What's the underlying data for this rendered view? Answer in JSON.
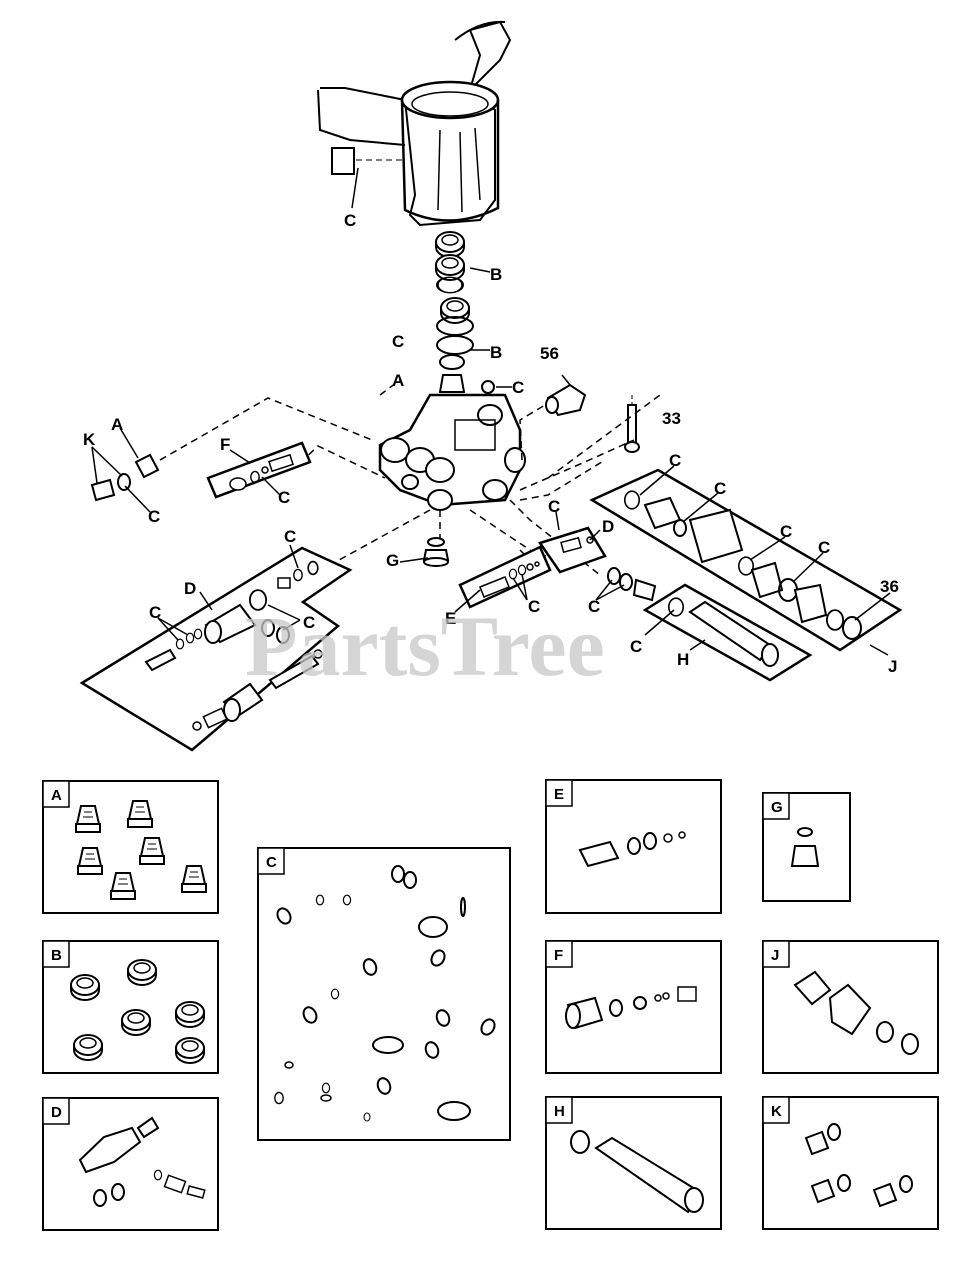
{
  "watermark": "PartsTree",
  "callouts": {
    "c1": "C",
    "b1": "B",
    "c2": "C",
    "b2": "B",
    "a1": "A",
    "c3": "C",
    "n56": "56",
    "n33": "33",
    "a2": "A",
    "k1": "K",
    "f1": "F",
    "c4": "C",
    "c5": "C",
    "c6": "C",
    "d1": "D",
    "c7": "C",
    "c8": "C",
    "c9": "C",
    "d2": "D",
    "g1": "G",
    "e1": "E",
    "c10": "C",
    "c11": "C",
    "c12": "C",
    "c13": "C",
    "c14": "C",
    "c15": "C",
    "n36": "36",
    "j1": "J",
    "c16": "C",
    "h1": "H"
  },
  "kit_boxes": {
    "a": "A",
    "b": "B",
    "c": "C",
    "d": "D",
    "e": "E",
    "f": "F",
    "g": "G",
    "h": "H",
    "j": "J",
    "k": "K"
  },
  "colors": {
    "line": "#000000",
    "fill": "#ffffff",
    "shade": "#dddddd",
    "watermark": "#c8c8c8"
  }
}
